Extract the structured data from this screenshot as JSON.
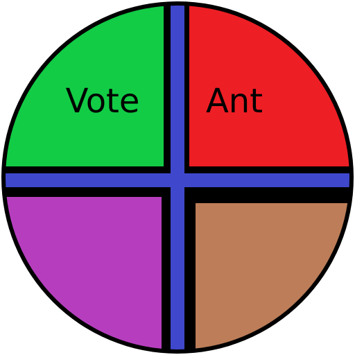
{
  "wheel": {
    "quadrants": [
      {
        "id": "top-left",
        "label": "Vote",
        "color": "#12CC45"
      },
      {
        "id": "top-right",
        "label": "Ant",
        "color": "#EE1E25"
      },
      {
        "id": "bottom-left",
        "label": "",
        "color": "#B63EBE"
      },
      {
        "id": "bottom-right",
        "label": "",
        "color": "#BC7D58"
      }
    ],
    "divider_color": "#3F48CC",
    "outline_color": "#000000"
  }
}
